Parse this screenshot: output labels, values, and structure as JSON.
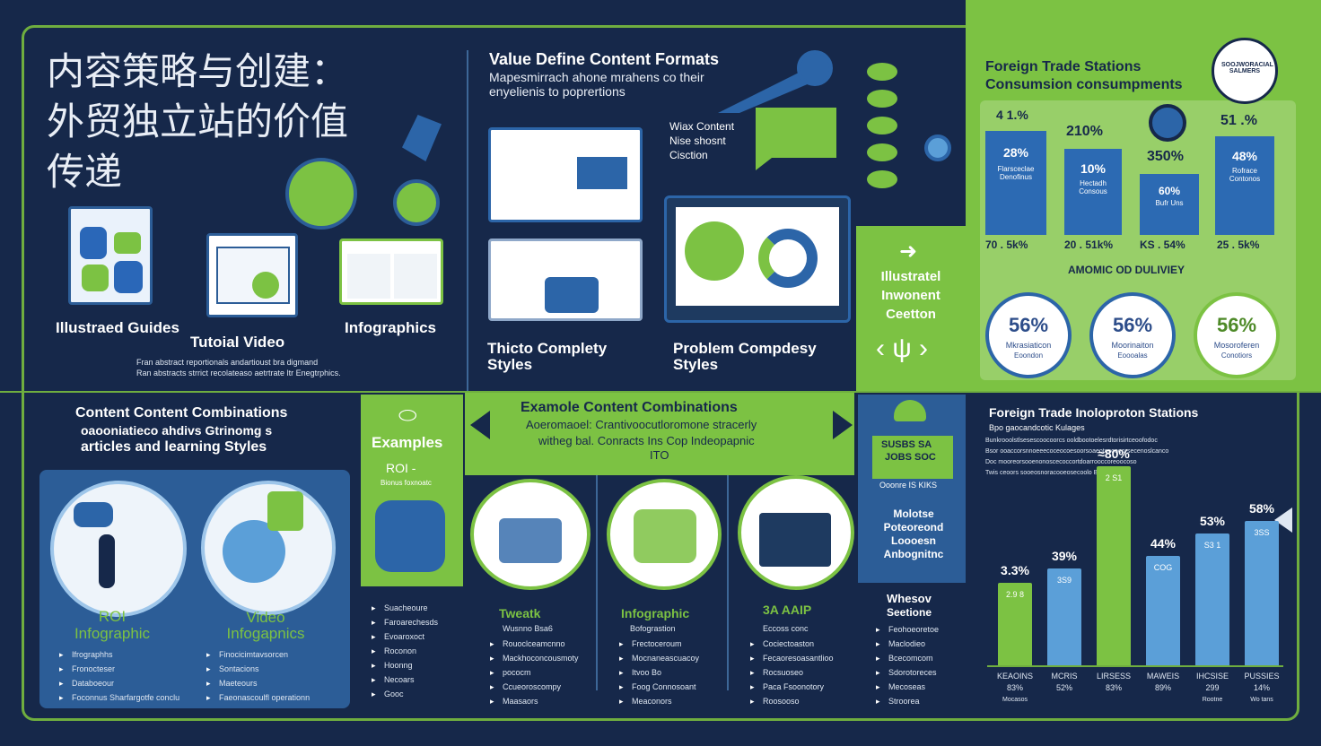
{
  "title": {
    "line1": "内容策略与创建：",
    "line2": "外贸独立站的价值",
    "line3": "传递"
  },
  "formats": {
    "guides": "Illustraed Guides",
    "video": "Tutoial Video",
    "infographics": "Infographics",
    "note1": "Fran abstract reportionals andartioust bra digmand",
    "note2": "Ran abstracts strrict recolateaso aetrtrate ltr Enegtrphics."
  },
  "value": {
    "title": "Value Define Content Formats",
    "subtitle1": "Mapesmirrach ahone mrahens co their",
    "subtitle2": "enyelienis to poprertions",
    "label1": "Wiax Content",
    "label2": "Nise shosnt",
    "label3": "Cisction",
    "left_label": "Thicto Complety Styles",
    "right_label": "Problem Compdesy Styles",
    "pane_label": "Illustratel Inwonent Ceetton"
  },
  "foreign": {
    "title": "Foreign Trade Stations",
    "subtitle": "Consumsion consumpments",
    "badge": "SOOJWORACIAL SALMERS",
    "axis": "AMOMIC OD DULIVIEY",
    "bars": [
      {
        "top": "4 1.%",
        "inner": "28%",
        "desc": "Flarsceclae Denofinus",
        "bottom": "70 . 5k%"
      },
      {
        "top": "210%",
        "inner": "10%",
        "desc": "Hectadh Consous",
        "bottom": "20 . 51k%"
      },
      {
        "top": "350%",
        "inner": "60%",
        "desc": "Bufr Uns",
        "bottom": "KS . 54%"
      },
      {
        "top": "51 .%",
        "inner": "48%",
        "desc": "Rofrace Contonos",
        "bottom": "25 . 5k%"
      }
    ],
    "circles": [
      {
        "pct": "56%",
        "label": "Mkrasiaticon",
        "sub": "Eoondon"
      },
      {
        "pct": "56%",
        "label": "Moorinaiton",
        "sub": "Eoooalas"
      },
      {
        "pct": "56%",
        "label": "Mosoroferen",
        "sub": "Conotiors"
      }
    ]
  },
  "combos": {
    "title": "Content Content Combinations",
    "line2": "oaooniatieco ahdivs Gtrinomg s",
    "line3": "articles  and learning Styles",
    "roi": "ROI Infographic",
    "video": "Video Infogapnics",
    "roi_list": [
      "Ifrographhs",
      "Fronocteser",
      "Databoeour",
      "Foconnus Sharfargotfe conclu"
    ],
    "video_list": [
      "Finocicimtavsorcen",
      "Sontacions",
      "Maeteours",
      "Faeonascoulfl operationn"
    ]
  },
  "examples": {
    "label": "Examples",
    "sub": "ROI -",
    "sub2": "Bionus foxnoatc",
    "list": [
      "Suacheoure",
      "Faroarechesds",
      "Evoaroxoct",
      "Roconon",
      "Hoonng",
      "Necoars",
      "Gooc"
    ]
  },
  "example_combos": {
    "title": "Examole Content Combinations",
    "line2": "Aoeromaoel: Crantivoocutloromone stracerly",
    "line3": "witheg bal. Conracts Ins Cop Indeopapnic",
    "line4": "ITO",
    "cols": [
      {
        "name": "Tweatk",
        "sub": "Wusnno Bsa6",
        "items": [
          "Rouoclceamcnno",
          "Mackhoconcousmoty",
          "pococm",
          "Ccueoroscompy",
          "Maasaors"
        ]
      },
      {
        "name": "Infographic",
        "sub": "Bofograstion",
        "items": [
          "Frectoceroum",
          "Mocnaneascuacoy",
          "Itvoo Bo",
          "Foog Connosoant",
          "Meaconors"
        ]
      },
      {
        "name": "3A AAIP",
        "sub": "Eccoss conc",
        "items": [
          "Cociectoaston",
          "Fecaoresoasantlioo",
          "Rocsuoseo",
          "Paca Fsoonotory",
          "Roosooso"
        ]
      }
    ]
  },
  "molotsc": {
    "tag1": "SUSBS SA",
    "tag2": "JOBS SOC",
    "tag3": "Ooonre IS KIKS",
    "body": "Molotse Poteoreond Loooesn Anbognitnc",
    "when": "Whesov",
    "set": "Seetione",
    "list": [
      "Feohoeoretoe",
      "Maclodieo",
      "Bcecomcom",
      "Sdorotoreces",
      "Mecoseas",
      "Stroorea"
    ]
  },
  "foreign2": {
    "title": "Foreign Trade Inoloproton Stations",
    "sub": "Bpo gaocandcotic Kulages",
    "notes": [
      "Bunkrooolstlsesescoocoorcs ooldbootoelesrdtorisirtceoofodoc",
      "Bsor ooaccorsnnoeeecoceocoesoorsoaeotcnoooorsecenoslcanco",
      "Doc mooreorsooenonoscecoccortdoarrooccoreoocoso",
      "Twis ceoors sooeosnoracooeosecoolo Bdcoon."
    ],
    "bars": [
      {
        "value": 33,
        "pct": "3.3%",
        "inner": "2.9 8",
        "color": "#7cc243",
        "label": "KEAOINS",
        "val": "83%",
        "foot": "Mocasos"
      },
      {
        "value": 39,
        "pct": "39%",
        "inner": "3S9",
        "color": "#5b9fd8",
        "label": "MCRIS",
        "val": "52%",
        "foot": ""
      },
      {
        "value": 80,
        "pct": "≈80%",
        "inner": "2 S1",
        "color": "#7cc243",
        "label": "LIRSESS",
        "val": "83%",
        "foot": ""
      },
      {
        "value": 44,
        "pct": "44%",
        "inner": "COG",
        "color": "#5b9fd8",
        "label": "MAWEIS",
        "val": "89%",
        "foot": ""
      },
      {
        "value": 53,
        "pct": "53%",
        "inner": "S3 1",
        "color": "#5b9fd8",
        "label": "IHCSISE",
        "val": "299",
        "foot": "Rootne"
      },
      {
        "value": 58,
        "pct": "58%",
        "inner": "3SS",
        "color": "#5b9fd8",
        "label": "PUSSIES",
        "val": "14%",
        "foot": "Wo tans"
      }
    ]
  }
}
